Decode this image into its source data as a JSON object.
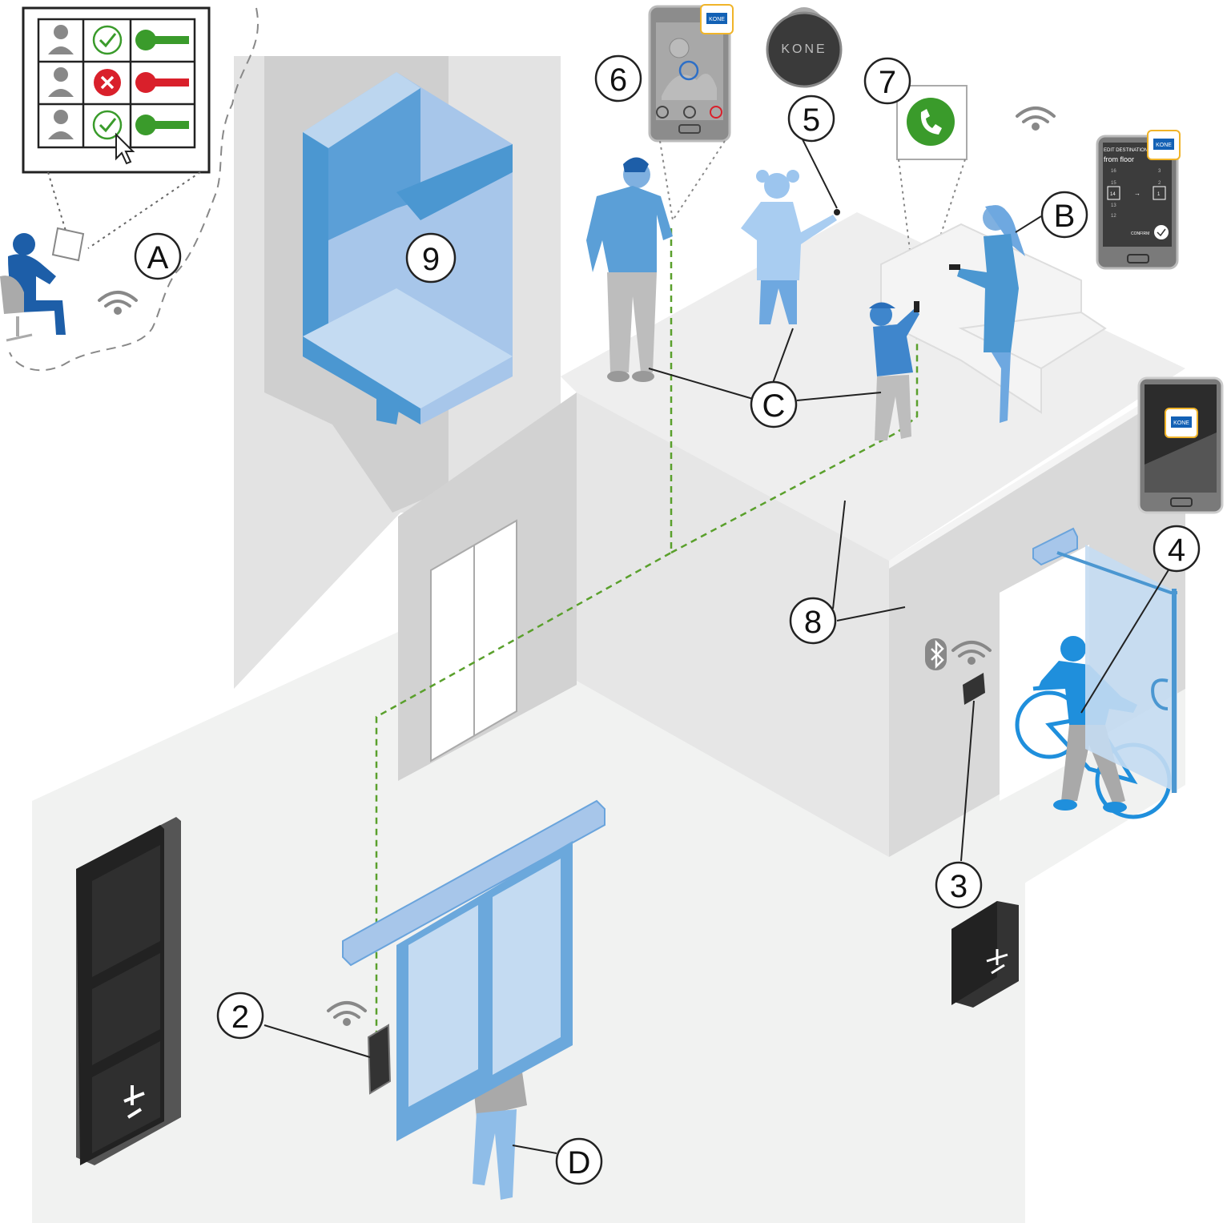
{
  "callouts": {
    "A": "A",
    "B": "B",
    "C": "C",
    "D": "D",
    "n2": "2",
    "n3": "3",
    "n4": "4",
    "n5": "5",
    "n6": "6",
    "n7": "7",
    "n8": "8",
    "n9": "9"
  },
  "brand": {
    "logo": "KONE",
    "tag_logo": "KONE"
  },
  "phone_b": {
    "title": "EDIT DESTINATION CALL",
    "subtitle": "from floor",
    "floors_left": [
      "16",
      "15",
      "14",
      "13",
      "12"
    ],
    "floors_right": [
      "3",
      "2",
      "1"
    ],
    "selected_from": "14",
    "selected_to": "1",
    "confirm": "CONFIRM"
  },
  "access_panel": {
    "rows": [
      {
        "user_icon": "user-icon",
        "status_icon": "check-icon",
        "key_icon": "key-icon",
        "status_color": "#3a9b2b"
      },
      {
        "user_icon": "user-icon",
        "status_icon": "cross-icon",
        "key_icon": "key-icon",
        "status_color": "#d9202b"
      },
      {
        "user_icon": "user-icon",
        "status_icon": "check-icon",
        "key_icon": "key-icon",
        "status_color": "#3a9b2b"
      }
    ]
  },
  "colors": {
    "accent_blue": "#4b97d1",
    "light_blue": "#bcd6ef",
    "green": "#3a9b2b",
    "red": "#d9202b",
    "gray_wall": "#d6d6d6",
    "floor": "#eeeeee",
    "dashed_link": "#5aa02c"
  }
}
